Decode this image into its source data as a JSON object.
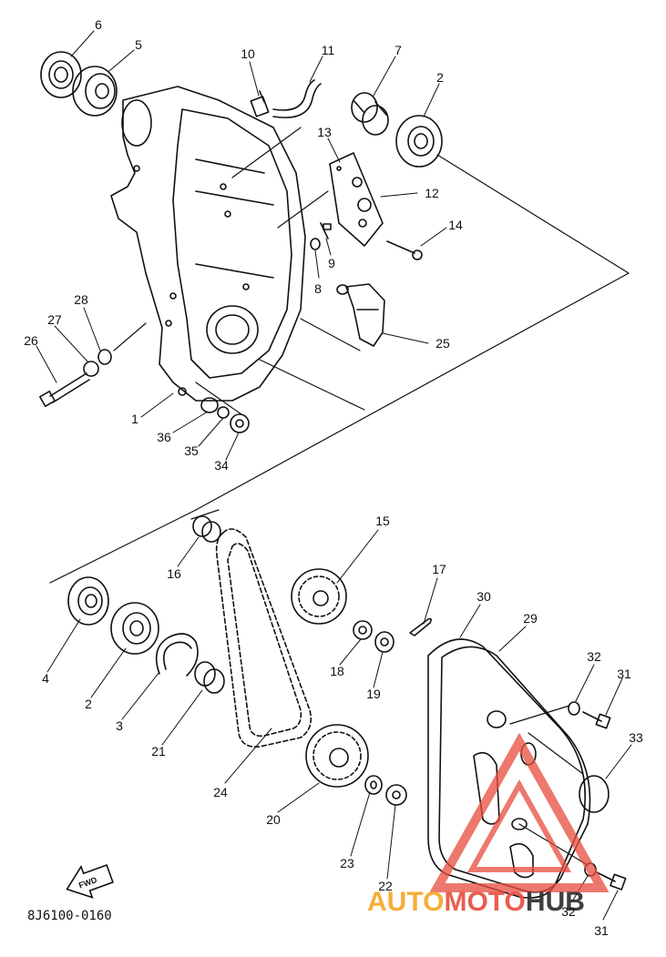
{
  "diagram": {
    "part_code": "8J6100-0160",
    "fwd_label": "FWD",
    "labels": [
      "6",
      "5",
      "10",
      "11",
      "7",
      "2",
      "13",
      "12",
      "14",
      "9",
      "8",
      "28",
      "27",
      "26",
      "25",
      "1",
      "36",
      "35",
      "34",
      "15",
      "16",
      "17",
      "30",
      "29",
      "32",
      "31",
      "33",
      "4",
      "2",
      "3",
      "21",
      "18",
      "19",
      "24",
      "20",
      "23",
      "22",
      "32",
      "31"
    ]
  },
  "watermark": {
    "brand_auto": "AUTO",
    "brand_moto": "MOTO",
    "brand_hub": "HUB",
    "color_auto": "#f5a623",
    "color_moto": "#e84c3d",
    "color_hub": "#2b2b2b"
  }
}
